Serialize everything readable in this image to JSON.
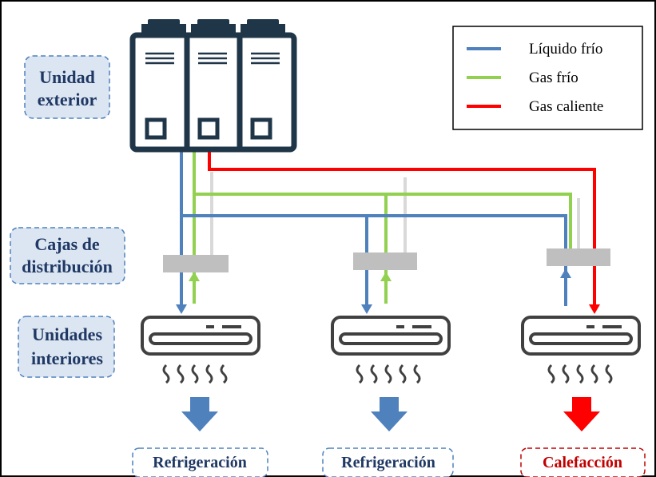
{
  "legend": {
    "items": [
      {
        "label": "Líquido frío",
        "color": "#4f81bd"
      },
      {
        "label": "Gas frío",
        "color": "#92d050"
      },
      {
        "label": "Gas caliente",
        "color": "#ff0000"
      }
    ]
  },
  "labels": {
    "outdoor_line1": "Unidad",
    "outdoor_line2": "exterior",
    "boxes_line1": "Cajas de",
    "boxes_line2": "distribución",
    "indoor_line1": "Unidades",
    "indoor_line2": "interiores"
  },
  "outputs": [
    {
      "label": "Refrigeración",
      "color": "#4f81bd",
      "border": "#4f81bd"
    },
    {
      "label": "Refrigeración",
      "color": "#4f81bd",
      "border": "#4f81bd"
    },
    {
      "label": "Calefacción",
      "color": "#ff0000",
      "border": "#c00000"
    }
  ],
  "colors": {
    "unit_outline": "#1f3548",
    "label_fill": "#dce6f2",
    "label_text": "#1f3864",
    "distribution_box": "#bfbfbf",
    "pipe_grey": "#d9d9d9"
  }
}
